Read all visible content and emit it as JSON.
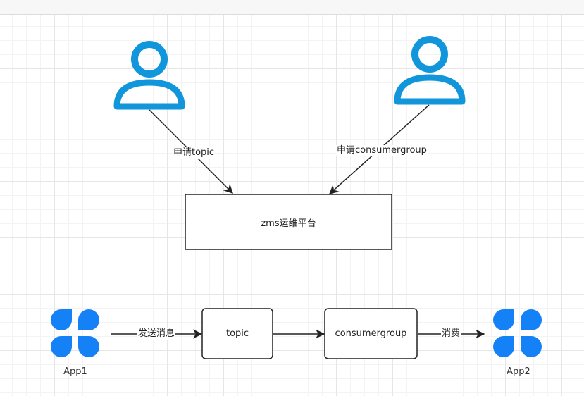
{
  "nodes": {
    "platform": "zms运维平台",
    "topic": "topic",
    "consumergroup": "consumergroup",
    "app1": "App1",
    "app2": "App2"
  },
  "edges": {
    "apply_topic": "申请topic",
    "apply_consumergroup": "申请consumergroup",
    "send_message": "发送消息",
    "consume": "消费"
  },
  "icons": {
    "user_left": "user-icon",
    "user_right": "user-icon",
    "app1": "app-grid-icon",
    "app2": "app-grid-icon"
  },
  "colors": {
    "user_icon": "#1196db",
    "app_icon": "#1482f6",
    "stroke": "#222222"
  }
}
